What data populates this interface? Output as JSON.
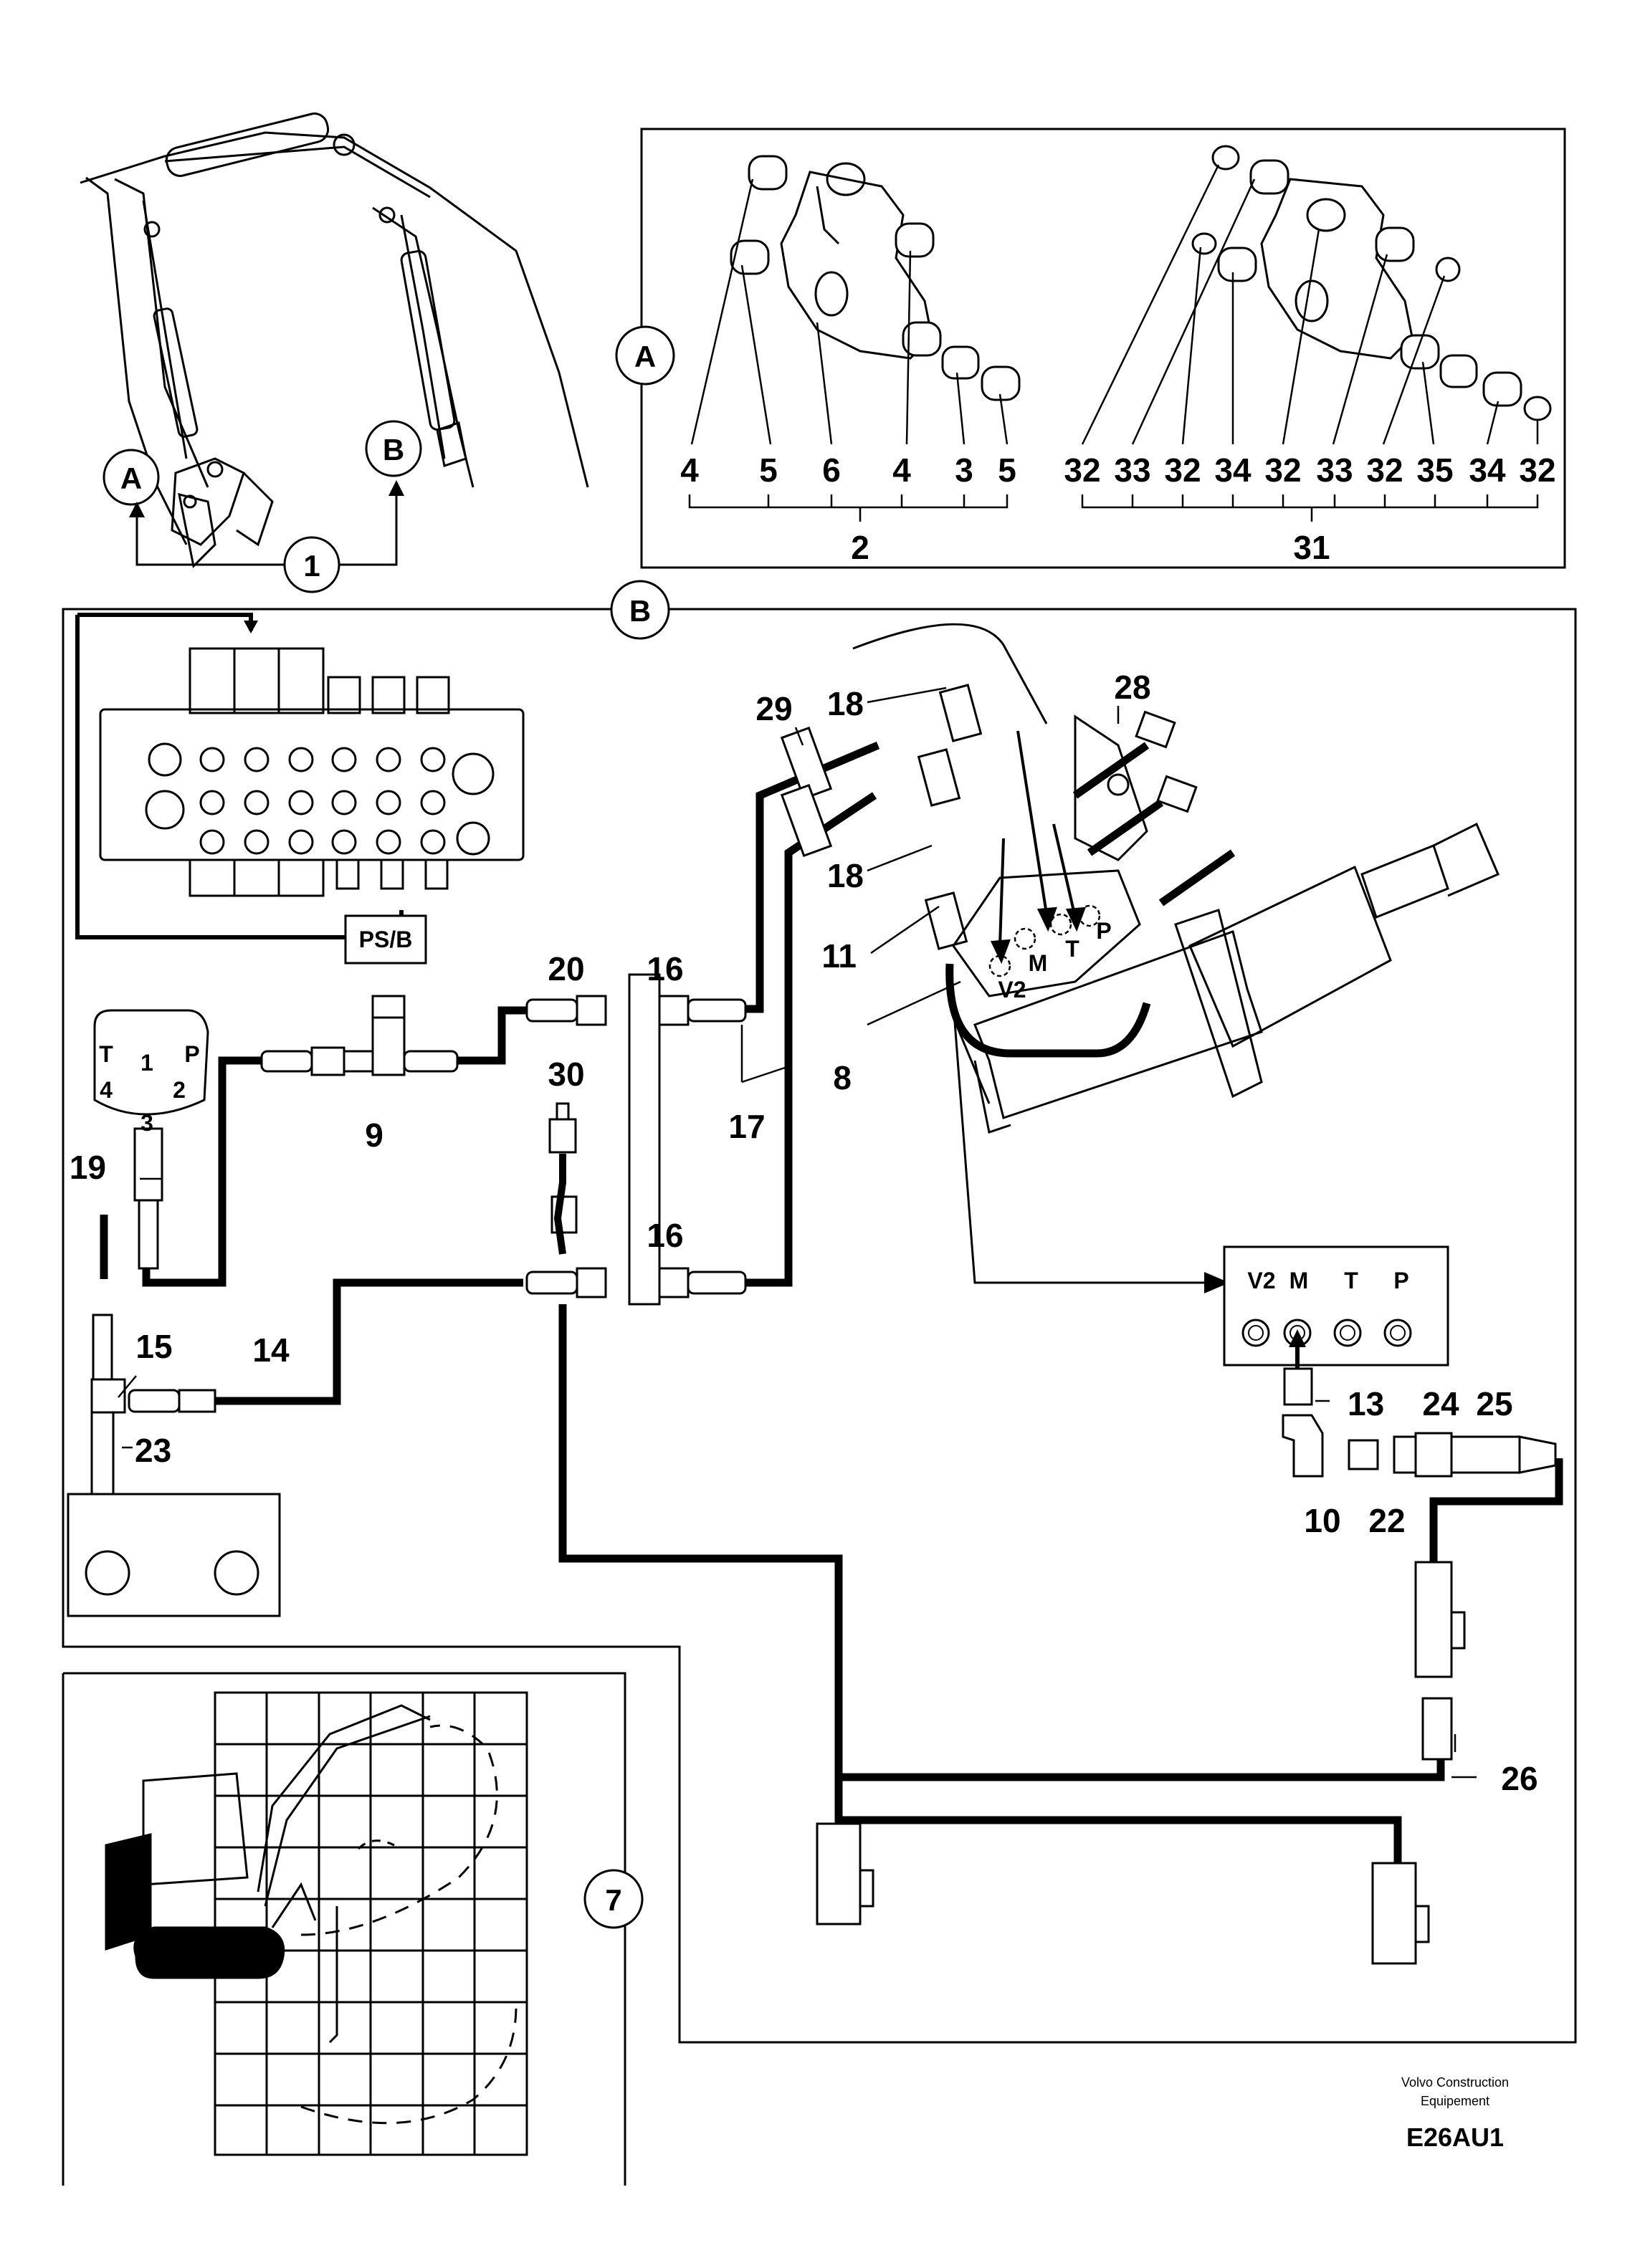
{
  "callouts": {
    "view_a": "A",
    "view_b": "B",
    "ref_1": "1",
    "ref_7": "7"
  },
  "panel_a": {
    "left_group": [
      "4",
      "5",
      "6",
      "4",
      "3",
      "5"
    ],
    "left_total": "2",
    "right_group": [
      "32",
      "33",
      "32",
      "34",
      "32",
      "33",
      "32",
      "35",
      "34",
      "32"
    ],
    "right_total": "31"
  },
  "panel_b": {
    "part_labels": {
      "p8": "8",
      "p9": "9",
      "p10": "10",
      "p11": "11",
      "p13": "13",
      "p14": "14",
      "p15": "15",
      "p16a": "16",
      "p16b": "16",
      "p17": "17",
      "p18a": "18",
      "p18b": "18",
      "p19": "19",
      "p20": "20",
      "p22": "22",
      "p23": "23",
      "p24": "24",
      "p25": "25",
      "p26": "26",
      "p28": "28",
      "p29": "29",
      "p30": "30"
    },
    "psb_label": "PS/B",
    "selector_ports": {
      "t": "T",
      "one": "1",
      "p": "P",
      "four": "4",
      "two": "2",
      "three": "3"
    },
    "valve_ports": {
      "v2": "V2",
      "m": "M",
      "t": "T",
      "p": "P"
    },
    "port_block": {
      "v2": "V2",
      "m": "M",
      "t": "T",
      "p": "P"
    }
  },
  "footer": {
    "brand_line1": "Volvo Construction",
    "brand_line2": "Equipement",
    "code": "E26AU1"
  }
}
